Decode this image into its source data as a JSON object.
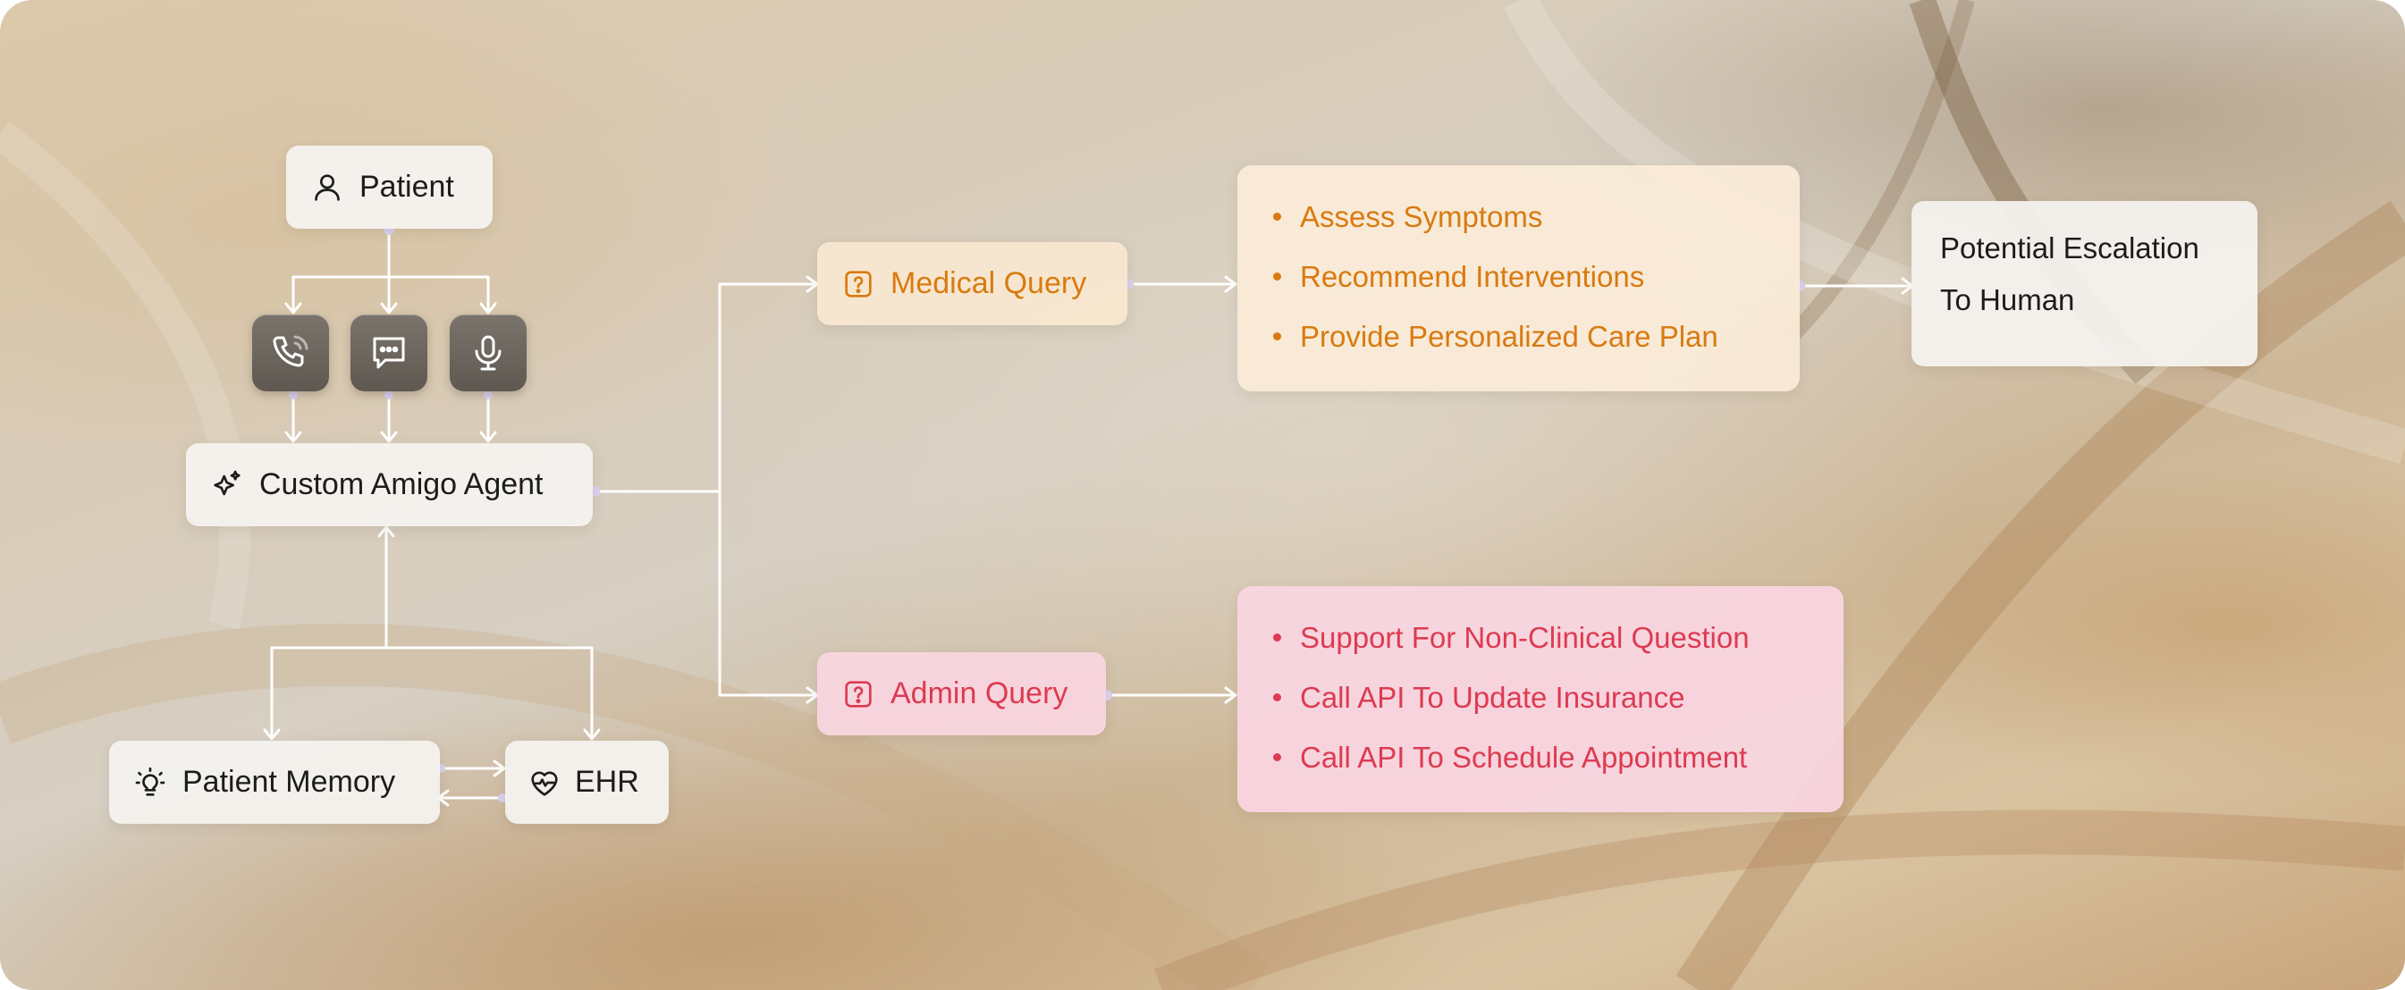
{
  "diagram": {
    "patient": {
      "label": "Patient",
      "icon": "user-icon"
    },
    "channels": [
      {
        "name": "phone-call-icon"
      },
      {
        "name": "chat-message-icon"
      },
      {
        "name": "microphone-icon"
      }
    ],
    "agent": {
      "label": "Custom Amigo Agent",
      "icon": "sparkles-icon"
    },
    "memory": {
      "label": "Patient Memory",
      "icon": "lightbulb-icon"
    },
    "ehr": {
      "label": "EHR",
      "icon": "heart-pulse-icon"
    },
    "medical_query": {
      "label": "Medical Query",
      "icon": "question-square-icon",
      "color": "#d97a10",
      "actions": [
        "Assess Symptoms",
        "Recommend Interventions",
        "Provide Personalized Care Plan"
      ]
    },
    "admin_query": {
      "label": "Admin Query",
      "icon": "question-square-icon",
      "color": "#dd3b52",
      "actions": [
        "Support For Non-Clinical Question",
        "Call API To Update Insurance",
        "Call API To Schedule Appointment"
      ]
    },
    "escalation": {
      "line1": "Potential Escalation",
      "line2": "To Human"
    }
  },
  "colors": {
    "connector": "#ffffff",
    "connector_dot": "#d9d2f0",
    "channel_bg": "#6b645c"
  }
}
